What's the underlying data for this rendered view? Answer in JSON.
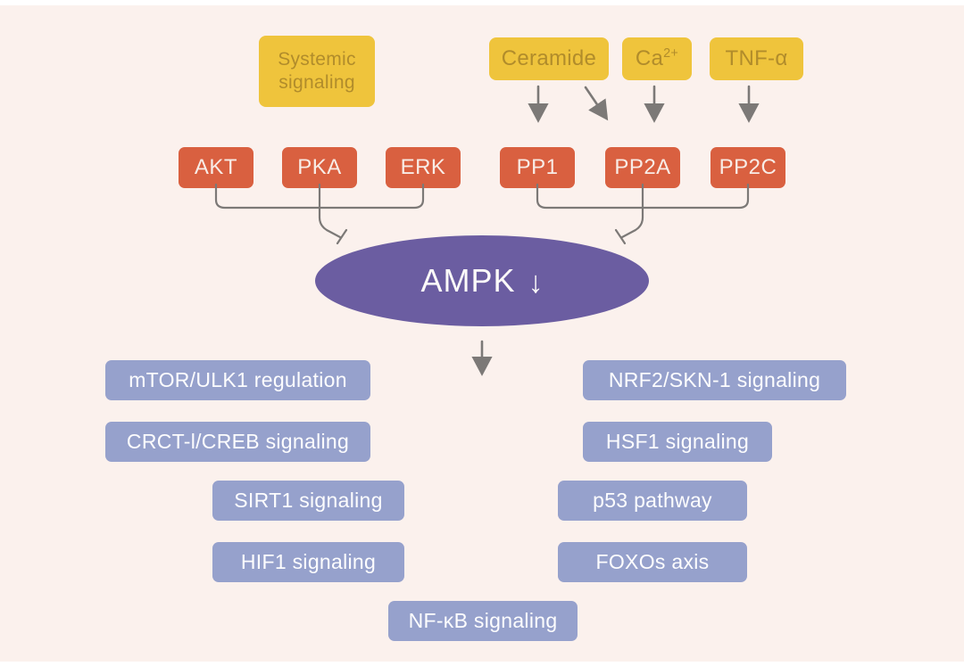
{
  "colors": {
    "background": "#FBF1ED",
    "stimulus_box": "#EFC43C",
    "stimulus_text": "#B18C2B",
    "enzyme_box": "#D96040",
    "hub_ellipse": "#6B5DA1",
    "pathway_box": "#96A1CC",
    "connector": "#7C7977"
  },
  "stimuli": {
    "systemic": {
      "label": "Systemic signaling"
    },
    "ceramide": {
      "label": "Ceramide"
    },
    "calcium": {
      "base": "Ca",
      "sup": "2+"
    },
    "tnf": {
      "label": "TNF-α"
    }
  },
  "kinases": {
    "akt": {
      "label": "AKT"
    },
    "pka": {
      "label": "PKA"
    },
    "erk": {
      "label": "ERK"
    }
  },
  "phosphatases": {
    "pp1": {
      "label": "PP1"
    },
    "pp2a": {
      "label": "PP2A"
    },
    "pp2c": {
      "label": "PP2C"
    }
  },
  "hub": {
    "label": "AMPK",
    "trend": "↓"
  },
  "downstream": {
    "mtor": {
      "label": "mTOR/ULK1 regulation"
    },
    "nrf2": {
      "label": "NRF2/SKN-1 signaling"
    },
    "crct": {
      "label": "CRCT-l/CREB signaling"
    },
    "hsf1": {
      "label": "HSF1 signaling"
    },
    "sirt1": {
      "label": "SIRT1 signaling"
    },
    "p53": {
      "label": "p53 pathway"
    },
    "hif1": {
      "label": "HIF1 signaling"
    },
    "foxo": {
      "label": "FOXOs axis"
    },
    "nfkb": {
      "label": "NF-κB signaling"
    }
  },
  "relations": [
    {
      "from": "Ceramide",
      "to": "PP1",
      "type": "arrow"
    },
    {
      "from": "Ceramide",
      "to": "PP2A",
      "type": "arrow"
    },
    {
      "from": "Ca2+",
      "to": "PP2A",
      "type": "arrow"
    },
    {
      "from": "TNF-α",
      "to": "PP2C",
      "type": "arrow"
    },
    {
      "from": "AKT/PKA/ERK",
      "to": "AMPK",
      "type": "inhibition"
    },
    {
      "from": "PP1/PP2A/PP2C",
      "to": "AMPK",
      "type": "inhibition"
    },
    {
      "from": "AMPK",
      "to": "downstream pathways",
      "type": "arrow"
    }
  ]
}
